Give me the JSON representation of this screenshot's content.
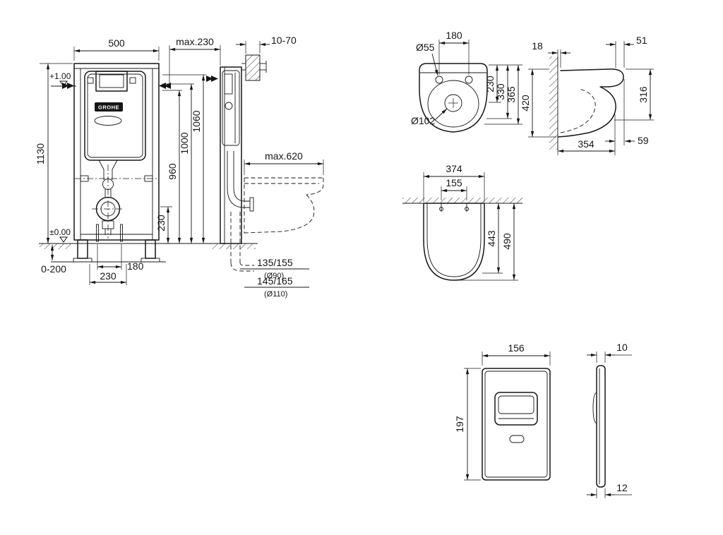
{
  "colors": {
    "line": "#161616",
    "background": "#ffffff"
  },
  "brand": "GROHE",
  "frame_front": {
    "width": "500",
    "height": "1130",
    "level_plus": "+1.00",
    "level_zero": "±0.00",
    "dim_1060": "1060",
    "dim_1000": "1000",
    "dim_960": "960",
    "dim_230_outlet": "230",
    "foot_range": "0-200",
    "dim_180": "180",
    "dim_230_bottom": "230"
  },
  "frame_side": {
    "depth_max": "max.230",
    "wall_distance": "10-70",
    "toilet_depth_max": "max.620",
    "outlet_a": "135/155",
    "outlet_a_dia": "(Ø90)",
    "outlet_b": "145/165",
    "outlet_b_dia": "(Ø110)"
  },
  "toilet_top": {
    "hole_spacing": "180",
    "hole_dia": "Ø55",
    "outlet_dia": "Ø102",
    "dim_230": "230",
    "dim_330": "330",
    "dim_365": "365"
  },
  "toilet_side": {
    "dim_18": "18",
    "dim_51": "51",
    "dim_316": "316",
    "dim_354": "354",
    "dim_59": "59",
    "dim_420": "420"
  },
  "toilet_front": {
    "width": "374",
    "hole_spacing": "155",
    "dim_443": "443",
    "depth": "490"
  },
  "plate_front": {
    "width": "156",
    "height": "197"
  },
  "plate_side": {
    "thickness_top": "10",
    "thickness_bottom": "12"
  }
}
